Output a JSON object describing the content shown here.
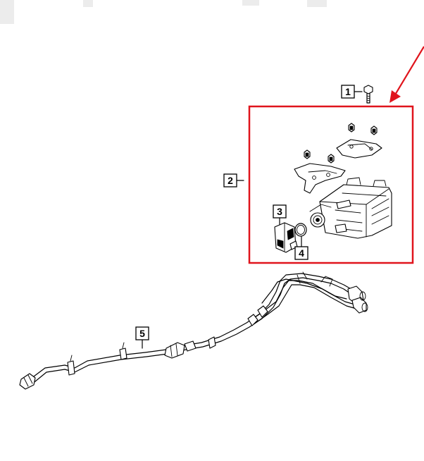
{
  "callouts": [
    {
      "id": "1",
      "label": "1"
    },
    {
      "id": "2",
      "label": "2"
    },
    {
      "id": "3",
      "label": "3"
    },
    {
      "id": "4",
      "label": "4"
    },
    {
      "id": "5",
      "label": "5"
    }
  ],
  "colors": {
    "highlight": "#e0141c",
    "line": "#000000",
    "background": "#ffffff"
  },
  "parts": [
    {
      "callout": "1",
      "icon": "bolt-icon"
    },
    {
      "callout": "2",
      "icon": "evap-canister-icon"
    },
    {
      "callout": "3",
      "icon": "leak-detection-pump-icon"
    },
    {
      "callout": "4",
      "icon": "o-ring-icon"
    },
    {
      "callout": "5",
      "icon": "vapor-hose-icon"
    }
  ]
}
